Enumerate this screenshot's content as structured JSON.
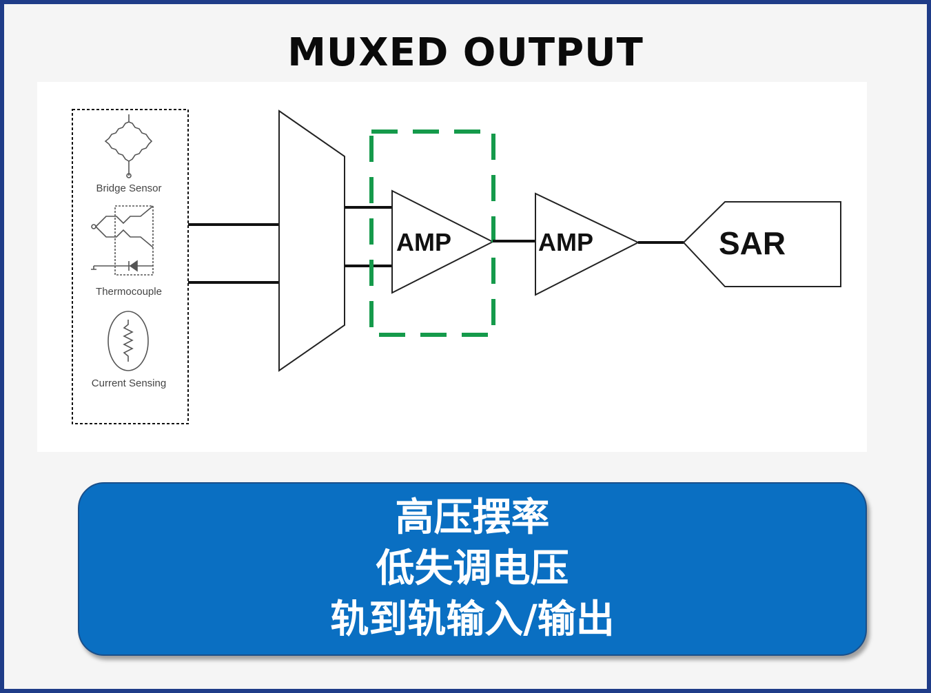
{
  "title": "MUXED OUTPUT",
  "diagram": {
    "sensors": [
      {
        "label": "Bridge Sensor",
        "icon": "bridge-sensor-icon"
      },
      {
        "label": "Thermocouple",
        "icon": "thermocouple-icon"
      },
      {
        "label": "Current Sensing",
        "icon": "current-sensing-icon"
      }
    ],
    "amp1_label": "AMP",
    "amp2_label": "AMP",
    "sar_label": "SAR",
    "colors": {
      "highlight_box": "#159a4b",
      "wire": "#111111"
    }
  },
  "callout": {
    "lines": [
      "高压摆率",
      "低失调电压",
      "轨到轨输入/输出"
    ],
    "background": "#0a6fc2"
  }
}
